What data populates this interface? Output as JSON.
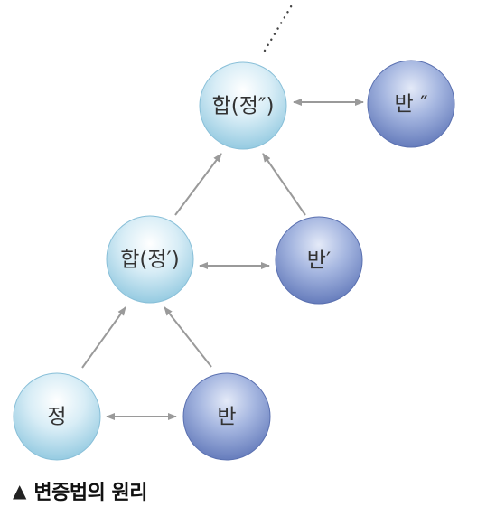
{
  "nodes": {
    "thesis": {
      "label": "정",
      "color": "light-blue"
    },
    "antithesis": {
      "label": "반",
      "color": "blue"
    },
    "synthesis_1": {
      "label": "합(정′)",
      "color": "light-blue"
    },
    "antithesis_1": {
      "label": "반′",
      "color": "blue"
    },
    "synthesis_2": {
      "label": "합(정″)",
      "color": "light-blue"
    },
    "antithesis_2": {
      "label": "반 ″",
      "color": "blue"
    }
  },
  "caption": {
    "icon": "triangle-up-icon",
    "text": "변증법의 원리"
  }
}
